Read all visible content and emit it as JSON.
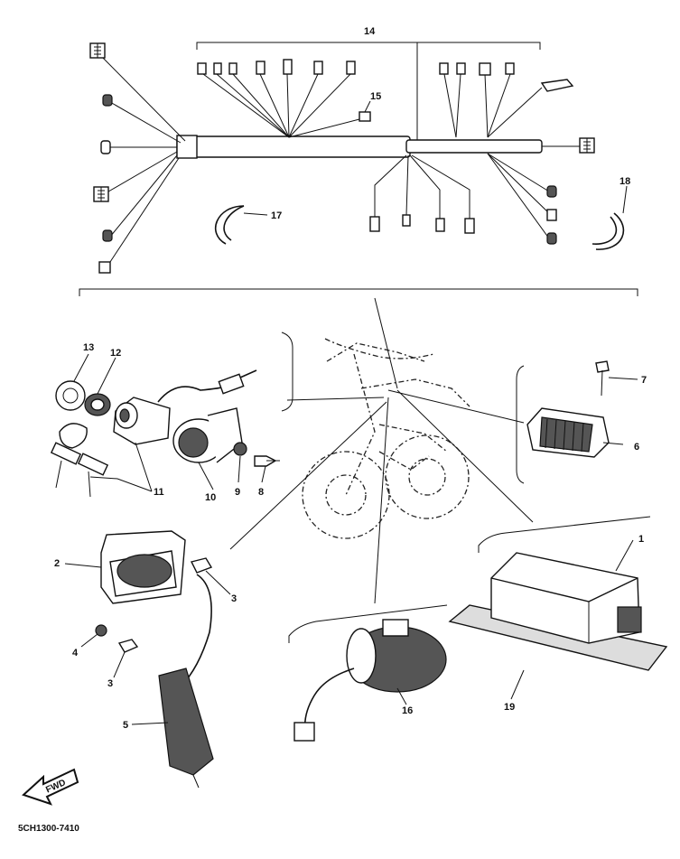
{
  "callouts": [
    {
      "id": "1",
      "label": "1"
    },
    {
      "id": "2",
      "label": "2"
    },
    {
      "id": "3a",
      "label": "3"
    },
    {
      "id": "3b",
      "label": "3"
    },
    {
      "id": "4",
      "label": "4"
    },
    {
      "id": "5",
      "label": "5"
    },
    {
      "id": "6",
      "label": "6"
    },
    {
      "id": "7",
      "label": "7"
    },
    {
      "id": "8",
      "label": "8"
    },
    {
      "id": "9",
      "label": "9"
    },
    {
      "id": "10",
      "label": "10"
    },
    {
      "id": "11",
      "label": "11"
    },
    {
      "id": "12",
      "label": "12"
    },
    {
      "id": "13",
      "label": "13"
    },
    {
      "id": "14",
      "label": "14"
    },
    {
      "id": "15",
      "label": "15"
    },
    {
      "id": "16",
      "label": "16"
    },
    {
      "id": "17",
      "label": "17"
    },
    {
      "id": "18",
      "label": "18"
    },
    {
      "id": "19",
      "label": "19"
    }
  ],
  "fwd_label": "FWD",
  "drawing_code": "5CH1300-7410",
  "colors": {
    "ink": "#111111",
    "background": "#ffffff"
  }
}
